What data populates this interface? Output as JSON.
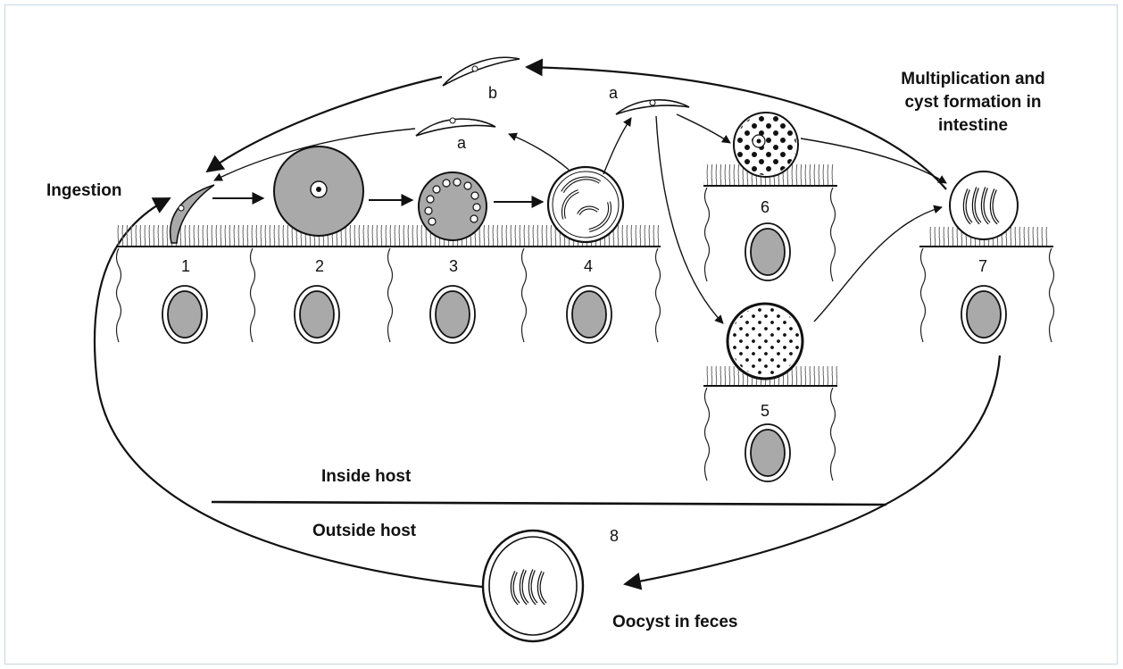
{
  "labels": {
    "ingestion": "Ingestion",
    "multiplication_line1": "Multiplication and",
    "multiplication_line2": "cyst formation in",
    "multiplication_line3": "intestine",
    "inside_host": "Inside host",
    "outside_host": "Outside host",
    "oocyst": "Oocyst in feces"
  },
  "stages": {
    "s1": "1",
    "s2": "2",
    "s3": "3",
    "s4": "4",
    "s5": "5",
    "s6": "6",
    "s7": "7",
    "s8": "8"
  },
  "letters": {
    "a_left": "a",
    "a_right": "a",
    "b": "b"
  },
  "colors": {
    "stroke": "#111111",
    "fill_gray": "#a9a9a9",
    "frame": "#c9d6e4"
  }
}
